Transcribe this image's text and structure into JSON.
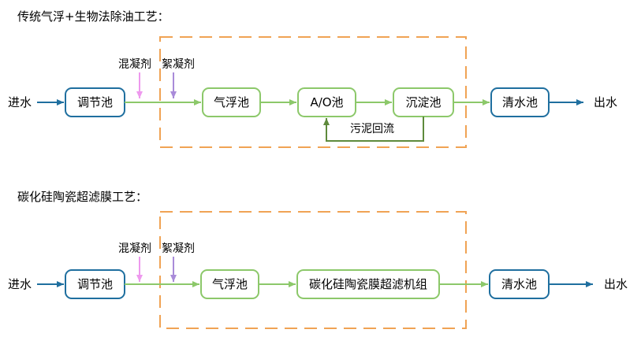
{
  "colors": {
    "blue": "#1f6f9f",
    "green": "#8cc86a",
    "dark_green": "#5e8a3c",
    "pink": "#ee99ee",
    "purple": "#a98bd9",
    "orange_dash": "#f0a354"
  },
  "section1": {
    "title": "传统气浮+生物法除油工艺：",
    "inlet": "进水",
    "outlet": "出水",
    "reagent1": "混凝剂",
    "reagent2": "絮凝剂",
    "nodes": {
      "tiaojie": "调节池",
      "qifu": "气浮池",
      "ao": "A/O池",
      "chendian": "沉淀池",
      "qingshui": "清水池"
    },
    "return_label": "污泥回流"
  },
  "section2": {
    "title": "碳化硅陶瓷超滤膜工艺：",
    "inlet": "进水",
    "outlet": "出水",
    "reagent1": "混凝剂",
    "reagent2": "絮凝剂",
    "nodes": {
      "tiaojie": "调节池",
      "qifu": "气浮池",
      "membrane": "碳化硅陶瓷膜超滤机组",
      "qingshui": "清水池"
    }
  }
}
